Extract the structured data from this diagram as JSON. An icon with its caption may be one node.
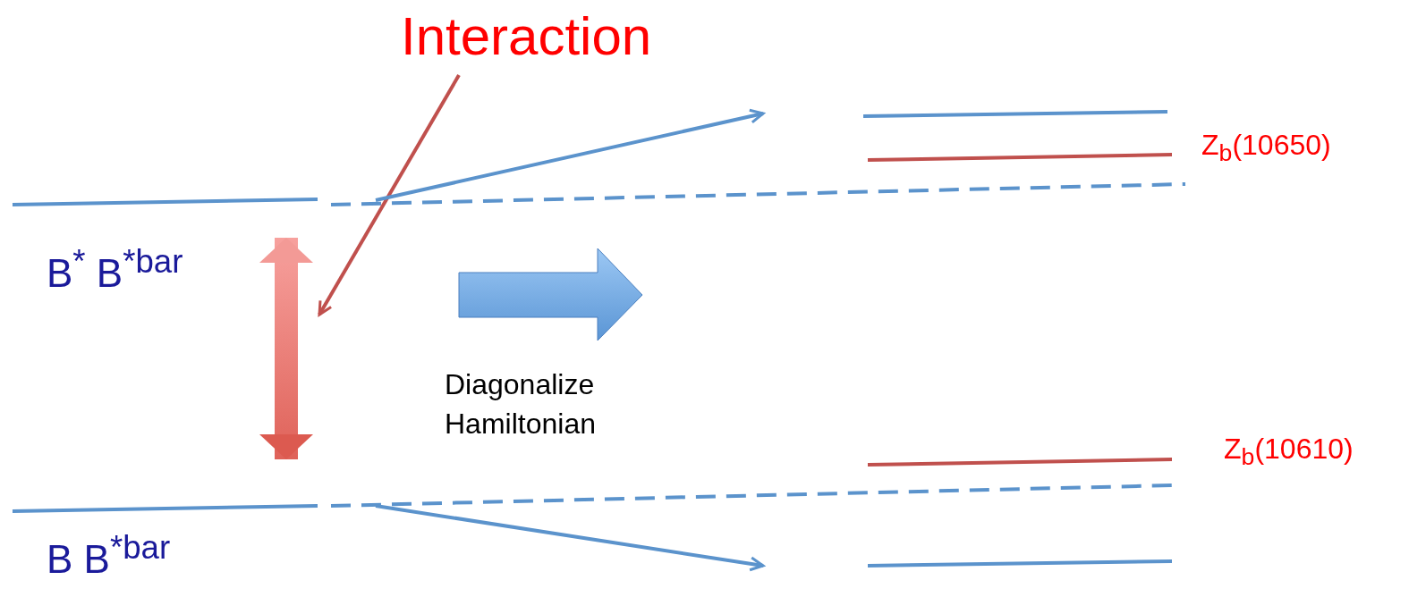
{
  "diagram": {
    "nodes": [
      {
        "text": [
          "Interaction"
        ]
      },
      {
        "text": [],
        "shape": "bar",
        "beside": [
          "B$^{*}$ B$^{*bar}$"
        ]
      },
      {
        "text": [],
        "shape": "bar",
        "beside": [
          "B B$^{*bar}$"
        ]
      },
      {
        "text": [],
        "shape": "bar"
      },
      {
        "text": [],
        "shape": "bar",
        "beside": [
          "Z$_{b}$(10650)"
        ]
      },
      {
        "text": [],
        "shape": "bar",
        "beside": [
          "Z$_{b}$(10610)"
        ]
      },
      {
        "text": [],
        "shape": "bar"
      }
    ],
    "edges": [
      {
        "from": 0,
        "to": null,
        "arrow": "to",
        "color": "#c0504d"
      },
      {
        "from": 1,
        "to": 2,
        "arrow": "both",
        "style": "thick",
        "color": "#e0605a"
      },
      {
        "from": 1,
        "to": null,
        "arrow": "to"
      },
      {
        "from": 2,
        "to": null,
        "arrow": "to"
      }
    ],
    "labels": [
      "Diagonalize Hamiltonian"
    ]
  }
}
